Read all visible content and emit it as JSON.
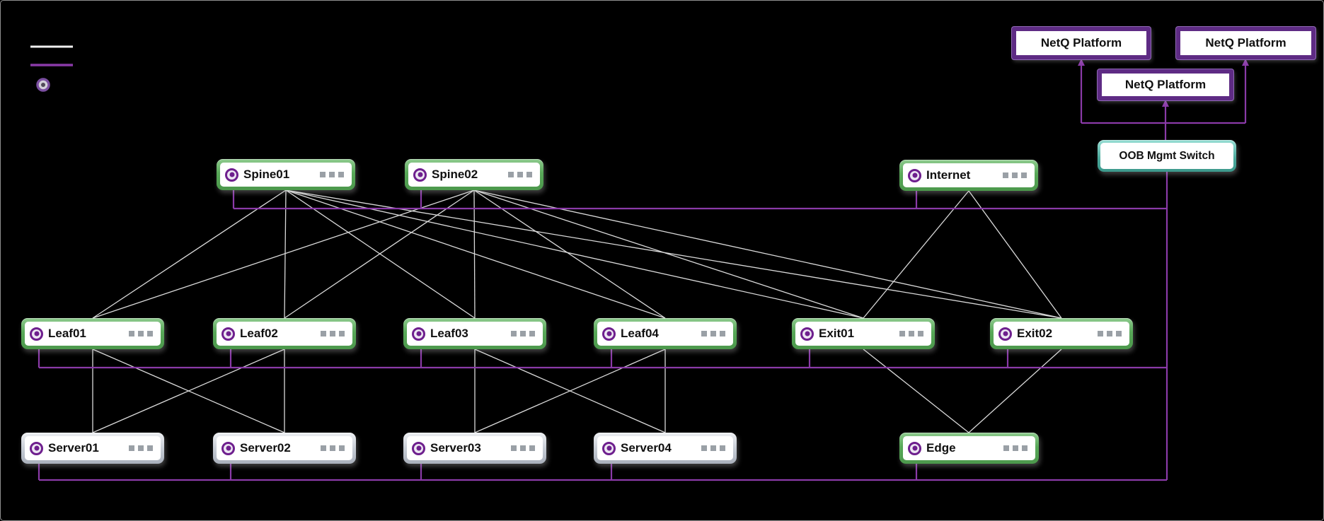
{
  "diagram": {
    "type": "network-topology",
    "background": "#000000",
    "legend": {
      "data_link": {
        "style": "solid-line",
        "color": "#e8e8e8"
      },
      "management_link": {
        "style": "solid-line",
        "color": "#8a3aa8"
      },
      "device_icon": {
        "shape": "circle-dot",
        "color": "#6e1f8e"
      }
    },
    "colors": {
      "switch_node": "#58a858",
      "server_node": "#c4cad3",
      "oob_switch": "#4aa89b",
      "netq_border": "#5e2b84",
      "data_link": "#e6e6e6",
      "management_link": "#8a3aa8"
    }
  },
  "nodes": {
    "spine01": {
      "label": "Spine01"
    },
    "spine02": {
      "label": "Spine02"
    },
    "internet": {
      "label": "Internet"
    },
    "leaf01": {
      "label": "Leaf01"
    },
    "leaf02": {
      "label": "Leaf02"
    },
    "leaf03": {
      "label": "Leaf03"
    },
    "leaf04": {
      "label": "Leaf04"
    },
    "exit01": {
      "label": "Exit01"
    },
    "exit02": {
      "label": "Exit02"
    },
    "server01": {
      "label": "Server01"
    },
    "server02": {
      "label": "Server02"
    },
    "server03": {
      "label": "Server03"
    },
    "server04": {
      "label": "Server04"
    },
    "edge": {
      "label": "Edge"
    },
    "oob": {
      "label": "OOB Mgmt Switch"
    },
    "netq1": {
      "label": "NetQ Platform"
    },
    "netq2": {
      "label": "NetQ Platform"
    },
    "netq3": {
      "label": "NetQ Platform"
    }
  },
  "connections": {
    "data_links": [
      [
        "Spine01",
        "Leaf01"
      ],
      [
        "Spine01",
        "Leaf02"
      ],
      [
        "Spine01",
        "Leaf03"
      ],
      [
        "Spine01",
        "Leaf04"
      ],
      [
        "Spine01",
        "Exit01"
      ],
      [
        "Spine01",
        "Exit02"
      ],
      [
        "Spine02",
        "Leaf01"
      ],
      [
        "Spine02",
        "Leaf02"
      ],
      [
        "Spine02",
        "Leaf03"
      ],
      [
        "Spine02",
        "Leaf04"
      ],
      [
        "Spine02",
        "Exit01"
      ],
      [
        "Spine02",
        "Exit02"
      ],
      [
        "Internet",
        "Exit01"
      ],
      [
        "Internet",
        "Exit02"
      ],
      [
        "Leaf01",
        "Server01"
      ],
      [
        "Leaf01",
        "Server02"
      ],
      [
        "Leaf02",
        "Server01"
      ],
      [
        "Leaf02",
        "Server02"
      ],
      [
        "Leaf03",
        "Server03"
      ],
      [
        "Leaf03",
        "Server04"
      ],
      [
        "Leaf04",
        "Server03"
      ],
      [
        "Leaf04",
        "Server04"
      ],
      [
        "Exit01",
        "Edge"
      ],
      [
        "Exit02",
        "Edge"
      ]
    ],
    "management_bus": [
      "Spine01",
      "Spine02",
      "Internet",
      "Leaf01",
      "Leaf02",
      "Leaf03",
      "Leaf04",
      "Exit01",
      "Exit02",
      "Server01",
      "Server02",
      "Server03",
      "Server04",
      "Edge"
    ],
    "oob_uplinks": [
      [
        "OOB Mgmt Switch",
        "NetQ Platform"
      ],
      [
        "OOB Mgmt Switch",
        "NetQ Platform"
      ],
      [
        "OOB Mgmt Switch",
        "NetQ Platform"
      ]
    ]
  }
}
